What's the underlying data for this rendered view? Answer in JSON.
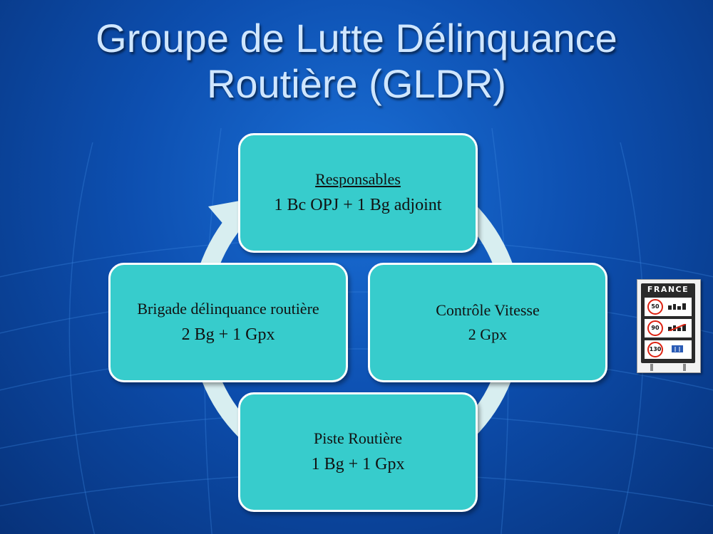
{
  "title": {
    "line1": "Groupe de Lutte Délinquance",
    "line2": "Routière (GLDR)"
  },
  "diagram": {
    "top": {
      "heading": "Responsables",
      "detail": "1 Bc OPJ + 1 Bg adjoint"
    },
    "right": {
      "heading": "Contrôle Vitesse",
      "detail": "2 Gpx"
    },
    "bottom": {
      "heading": "Piste Routière",
      "detail": "1 Bg + 1 Gpx"
    },
    "left": {
      "heading": "Brigade délinquance routière",
      "detail": "2 Bg + 1 Gpx"
    }
  },
  "sign": {
    "title": "FRANCE",
    "speeds": [
      "50",
      "90",
      "130"
    ]
  },
  "colors": {
    "box_fill": "#37cccc",
    "ring": "#d8eef0",
    "title_text": "#cfe6ff"
  }
}
